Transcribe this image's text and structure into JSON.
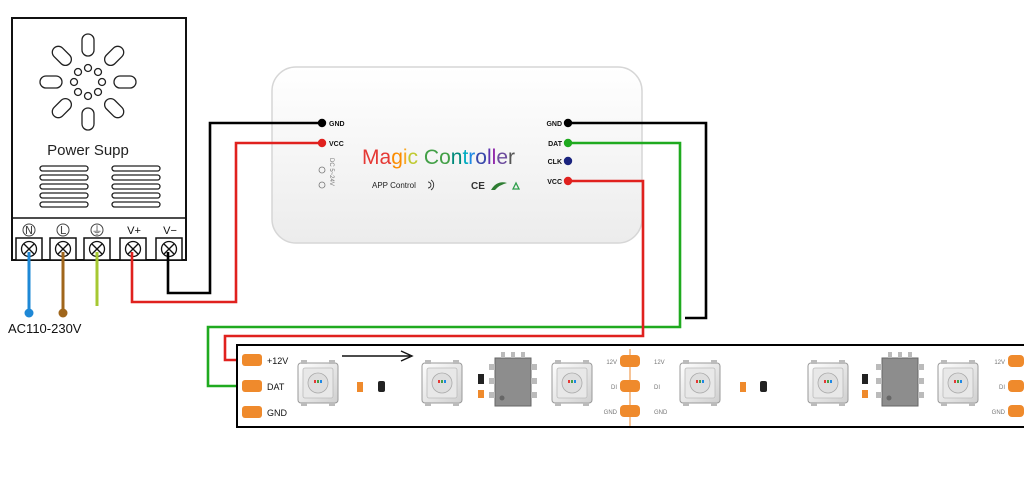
{
  "power_supply": {
    "label": "Power Supp",
    "terminals": [
      {
        "label": "N",
        "icon": "neutral-symbol"
      },
      {
        "label": "L",
        "icon": "live-symbol"
      },
      {
        "label": "⏚",
        "icon": "ground-symbol"
      },
      {
        "label": "V+",
        "icon": ""
      },
      {
        "label": "V−",
        "icon": ""
      }
    ],
    "ac_label": "AC110-230V"
  },
  "controller": {
    "title_letters": [
      "M",
      "a",
      "g",
      "i",
      "c",
      " ",
      "C",
      "o",
      "n",
      "t",
      "r",
      "o",
      "l",
      "l",
      "e",
      "r"
    ],
    "title_colors": [
      "#e53935",
      "#e53935",
      "#fb8c00",
      "#f9a825",
      "#c0ca33",
      "#ffffff",
      "#43a047",
      "#43a047",
      "#00897b",
      "#00acc1",
      "#1e88e5",
      "#3949ab",
      "#5e35b1",
      "#8e24aa",
      "#6d4c9e",
      "#555555"
    ],
    "app_control": "APP Control",
    "voltage": "DC 5~24V",
    "cert_mark": "CE",
    "left_pins": [
      "GND",
      "VCC"
    ],
    "right_pins": [
      "GND",
      "DAT",
      "CLK",
      "VCC"
    ]
  },
  "strip": {
    "input_labels": [
      "+12V",
      "DAT",
      "GND"
    ],
    "pad_labels": [
      "12V",
      "DI",
      "GND"
    ]
  },
  "colors": {
    "wire_black": "#000000",
    "wire_red": "#e0211e",
    "wire_green": "#1faa1f",
    "wire_blue": "#1e88d6",
    "wire_brown": "#a0661b",
    "wire_yellow_green": "#a6c832",
    "pad_orange": "#ef8a2c"
  }
}
